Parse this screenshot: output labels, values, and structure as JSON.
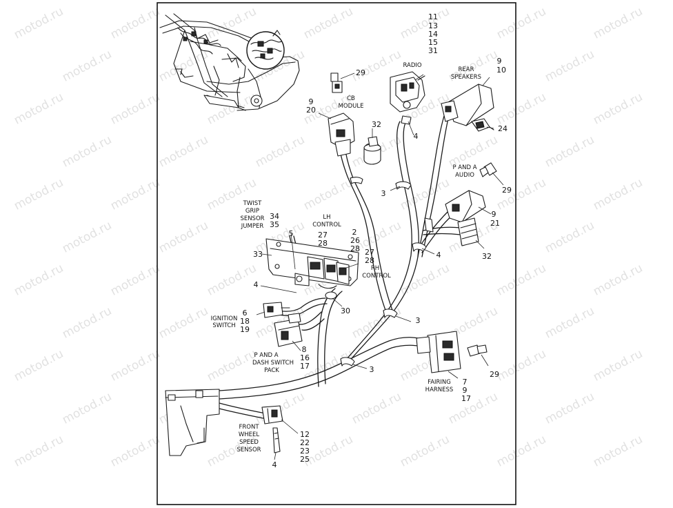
{
  "watermark": "motod.ru",
  "callouts": {
    "radio": "RADIO",
    "radio_nums": [
      "11",
      "13",
      "14",
      "15",
      "31"
    ],
    "rear_speakers": [
      "REAR",
      "SPEAKERS"
    ],
    "rear_speakers_nums": [
      "9",
      "10"
    ],
    "cb_module": [
      "CB",
      "MODULE"
    ],
    "cb_module_nums": [
      "9",
      "20"
    ],
    "twist_grip": [
      "TWIST",
      "GRIP",
      "SENSOR",
      "JUMPER"
    ],
    "twist_grip_nums": [
      "34",
      "35"
    ],
    "lh_control": [
      "LH",
      "CONTROL"
    ],
    "lh_control_nums": [
      "27",
      "28"
    ],
    "rh_control": [
      "RH",
      "CONTROL"
    ],
    "rh_control_nums_top": [
      "2",
      "26",
      "28"
    ],
    "rh_control_nums": [
      "27",
      "28"
    ],
    "p_and_a_audio": [
      "P AND A",
      "AUDIO"
    ],
    "audio_nums": [
      "9",
      "21"
    ],
    "ignition_switch": [
      "IGNITION",
      "SWITCH"
    ],
    "ignition_nums": [
      "6",
      "18",
      "19"
    ],
    "dash_switch": [
      "P AND A",
      "DASH SWITCH",
      "PACK"
    ],
    "dash_switch_nums": [
      "8",
      "16",
      "17"
    ],
    "fairing_harness": [
      "FAIRING",
      "HARNESS"
    ],
    "fairing_nums": [
      "7",
      "9",
      "17"
    ],
    "front_wheel_sensor": [
      "FRONT",
      "WHEEL",
      "SPEED",
      "SENSOR"
    ],
    "front_wheel_nums": [
      "12",
      "22",
      "23",
      "25"
    ],
    "singles": {
      "n29a": "29",
      "n32a": "32",
      "n4a": "4",
      "n24": "24",
      "n3a": "3",
      "n29b": "29",
      "n5": "5",
      "n33": "33",
      "n4b": "4",
      "n32b": "32",
      "n4c": "4",
      "n30": "30",
      "n3b": "3",
      "n3c": "3",
      "n29c": "29",
      "n4d": "4"
    }
  }
}
